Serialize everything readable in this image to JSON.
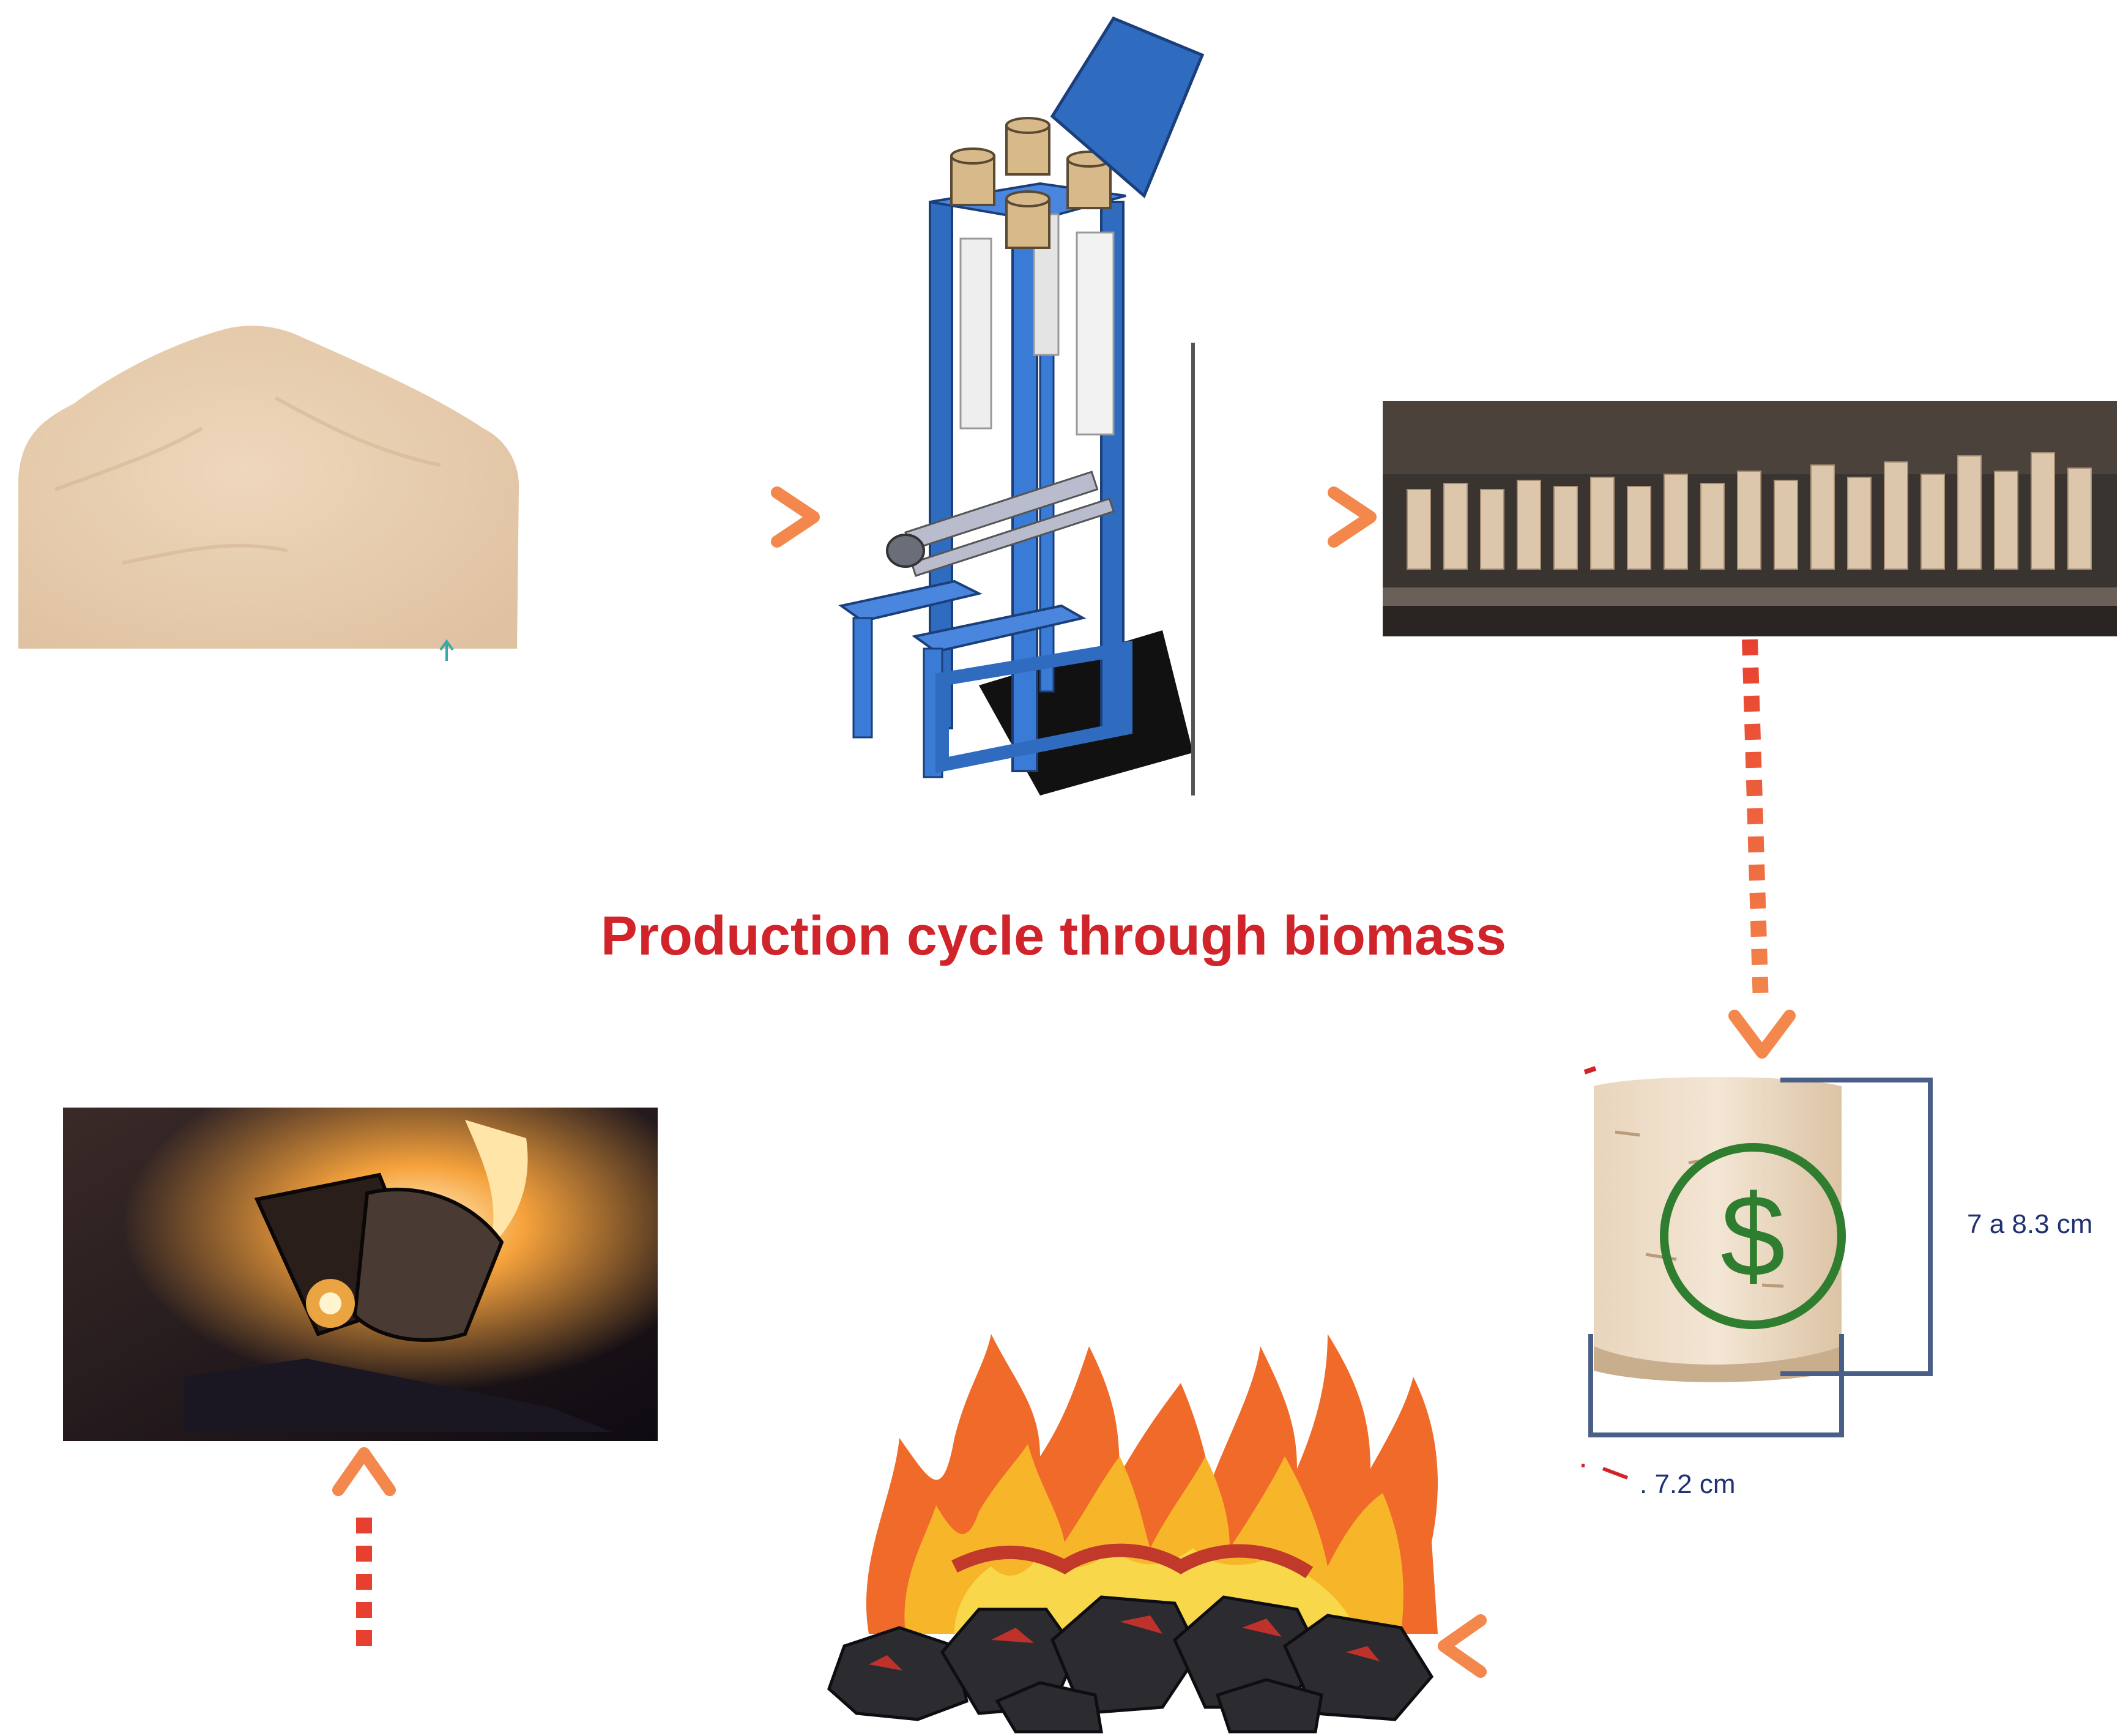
{
  "title": "Production cycle through biomass",
  "dimensions": {
    "height_label": "7 a 8.3 cm",
    "width_label": ". 7.2 cm"
  },
  "stages": [
    {
      "id": "sawdust",
      "icon": "sawdust-pile-icon"
    },
    {
      "id": "press",
      "icon": "briquette-press-machine-icon"
    },
    {
      "id": "drying",
      "icon": "briquettes-drying-tray-icon"
    },
    {
      "id": "briquette",
      "icon": "briquette-cylinder-icon"
    },
    {
      "id": "combustion",
      "icon": "coal-fire-icon"
    },
    {
      "id": "furnace",
      "icon": "furnace-fire-icon"
    }
  ],
  "colors": {
    "title": "#d1232a",
    "arrow_red": "#e8402f",
    "arrow_orange": "#f3874c",
    "dimension_line": "#4a5f87",
    "dimension_text": "#1f3170",
    "dollar": "#2f7d2f"
  }
}
